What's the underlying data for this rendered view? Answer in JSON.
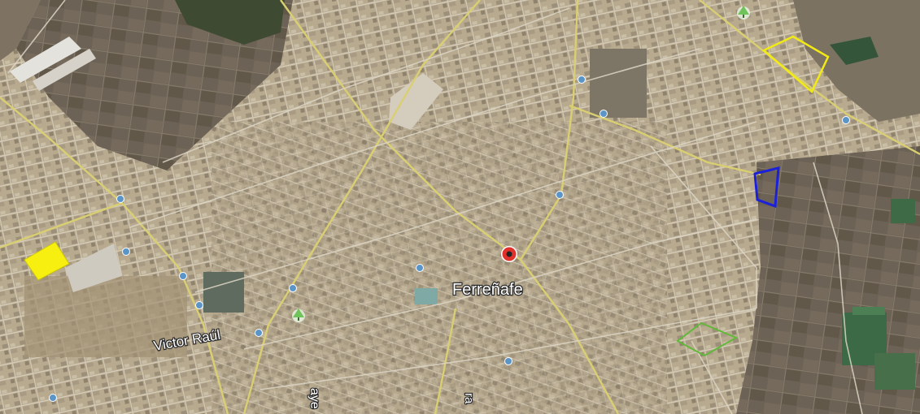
{
  "map": {
    "city_label": "Ferreñafe",
    "street_labels": {
      "victor_raul": "Victor Raúl",
      "diagonal_fragment": "aye",
      "bottom_fragment": "ra"
    },
    "colors": {
      "imagery_base": "#b9ab90",
      "fields_dark": "#6f6456",
      "fields_green": "#3f6b45",
      "road": "#d9cf72",
      "street": "#ddd6c6",
      "polygon_yellow": "#f2ea14",
      "polygon_blue": "#1b20d9",
      "polygon_green": "#62b83a",
      "pin_red": "#e0312b",
      "park_marker": "#6fc35a"
    },
    "markers": {
      "location_pin": "red-location-pin",
      "park_icon": "tree-icon",
      "bus_stop_icon": "bus-stop-icon"
    }
  }
}
